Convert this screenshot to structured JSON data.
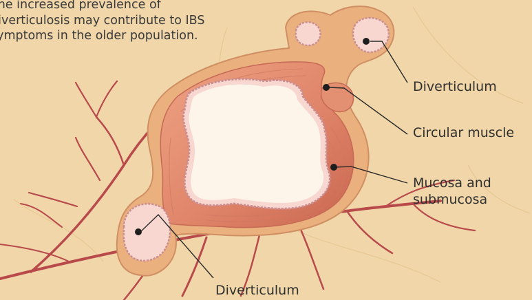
{
  "caption": "The increased prevalence of diverticulosis may contribute to IBS symptoms in the older population.",
  "labels": {
    "diverticulum_top": "Diverticulum",
    "circular_muscle": "Circular muscle",
    "mucosa": "Mucosa and submucosa",
    "diverticulum_bottom": "Diverticulum"
  },
  "colors": {
    "background": "#f0d6a8",
    "muscle": "#e38f72",
    "muscle_dark": "#c9664f",
    "serosa": "#eab07e",
    "mucosa_edge": "#c98d92",
    "lumen": "#fdf4ea",
    "vessel": "#b84a4c",
    "leader": "#2b2b2b"
  }
}
